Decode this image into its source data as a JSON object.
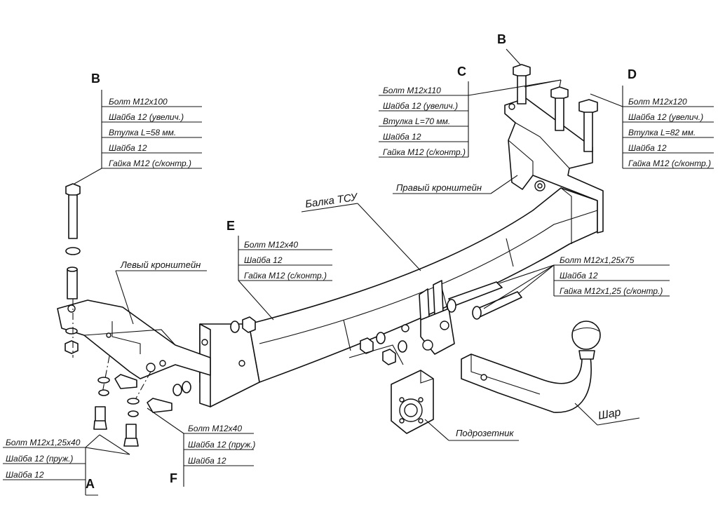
{
  "callouts": {
    "B_left": {
      "letter": "B",
      "lines": [
        "Болт М12х100",
        "Шайба 12 (увелич.)",
        "Втулка L=58 мм.",
        "Шайба 12",
        "Гайка М12 (с/контр.)"
      ]
    },
    "C": {
      "letter": "C",
      "lines": [
        "Болт М12х110",
        "Шайба 12 (увелич.)",
        "Втулка L=70 мм.",
        "Шайба 12",
        "Гайка М12 (с/контр.)"
      ]
    },
    "B_right": {
      "letter": "B"
    },
    "D": {
      "letter": "D",
      "lines": [
        "Болт М12х120",
        "Шайба 12 (увелич.)",
        "Втулка L=82 мм.",
        "Шайба 12",
        "Гайка М12 (с/контр.)"
      ]
    },
    "E": {
      "letter": "E",
      "lines": [
        "Болт М12х40",
        "Шайба 12",
        "Гайка М12 (с/контр.)"
      ]
    },
    "M125": {
      "lines": [
        "Болт М12х1,25х75",
        "Шайба 12",
        "Гайка М12х1,25 (с/контр.)"
      ]
    },
    "A": {
      "letter": "A",
      "lines": [
        "Болт М12х1,25х40",
        "Шайба 12 (пруж.)",
        "Шайба 12"
      ]
    },
    "F": {
      "letter": "F",
      "lines": [
        "Болт М12х40",
        "Шайба 12 (пруж.)",
        "Шайба 12"
      ]
    }
  },
  "parts": {
    "beam": "Балка ТСУ",
    "left_bracket": "Левый кронштейн",
    "right_bracket": "Правый кронштейн",
    "ball": "Шар",
    "socket_plate": "Подрозетник"
  }
}
